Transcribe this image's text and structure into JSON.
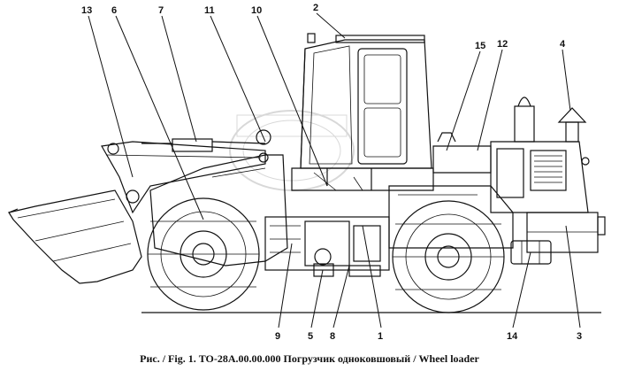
{
  "caption": "Рис. / Fig. 1.   ТО-28А.00.00.000   Погрузчик одноковшовый / Wheel loader",
  "watermark_text": "ТЕХНИКА ЗАПЧАСТИ",
  "callouts": [
    {
      "number": "13"
    },
    {
      "number": "6"
    },
    {
      "number": "7"
    },
    {
      "number": "11"
    },
    {
      "number": "10"
    },
    {
      "number": "2"
    },
    {
      "number": "15"
    },
    {
      "number": "12"
    },
    {
      "number": "4"
    },
    {
      "number": "9"
    },
    {
      "number": "5"
    },
    {
      "number": "8"
    },
    {
      "number": "1"
    },
    {
      "number": "14"
    },
    {
      "number": "3"
    }
  ]
}
